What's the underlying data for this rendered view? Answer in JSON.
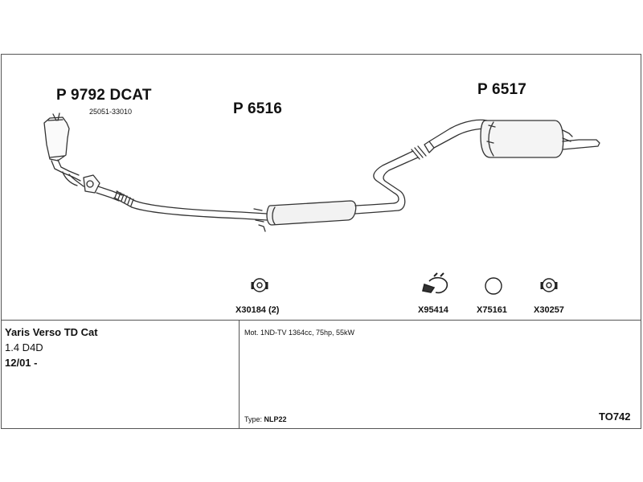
{
  "parts": {
    "catalyst": {
      "number": "P 9792 DCAT",
      "oem_ref": "25051-33010"
    },
    "middle_pipe": {
      "number": "P 6516"
    },
    "rear_silencer": {
      "number": "P 6517"
    }
  },
  "accessories": [
    {
      "code": "X30184 (2)",
      "icon": "rubber-hanger-icon"
    },
    {
      "code": "X95414",
      "icon": "clamp-icon"
    },
    {
      "code": "X75161",
      "icon": "gasket-ring-icon"
    },
    {
      "code": "X30257",
      "icon": "rubber-hanger-icon"
    }
  ],
  "vehicle": {
    "name": "Yaris Verso TD Cat",
    "engine": "1.4 D4D",
    "date": "12/01 -"
  },
  "spec": {
    "motor": "Mot. 1ND-TV 1364cc, 75hp, 55kW",
    "type_label": "Type:",
    "type_value": "NLP22"
  },
  "kit_code": "TO742"
}
